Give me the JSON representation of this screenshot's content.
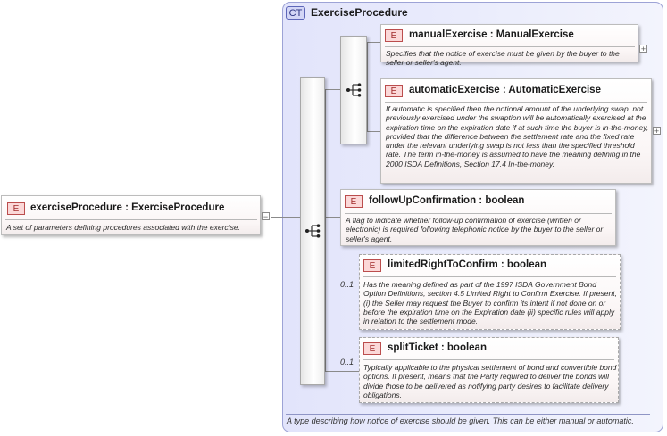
{
  "root": {
    "badge": "E",
    "title": "exerciseProcedure : ExerciseProcedure",
    "doc": "A set of parameters defining procedures associated with the exercise.",
    "collapse": "−"
  },
  "complex_type": {
    "badge": "CT",
    "title": "ExerciseProcedure",
    "doc": "A type describing how notice of exercise should be given. This can be either manual or automatic."
  },
  "elements": [
    {
      "badge": "E",
      "title": "manualExercise : ManualExercise",
      "doc": "Specifies that the notice of exercise must be given by the buyer to the seller or seller's agent.",
      "expander": "+"
    },
    {
      "badge": "E",
      "title": "automaticExercise : AutomaticExercise",
      "doc": "If automatic is specified then the notional amount of the underlying swap, not previously exercised under the swaption will be automatically exercised at the expiration time on the expiration date if at such time the buyer is in-the-money, provided that the difference between the settlement rate and the fixed rate under the relevant underlying swap is not less than the specified threshold rate. The term in-the-money is assumed to have the meaning defining in the 2000 ISDA Definitions, Section 17.4 In-the-money.",
      "expander": "+"
    },
    {
      "badge": "E",
      "title": "followUpConfirmation : boolean",
      "doc": "A flag to indicate whether follow-up confirmation of exercise (written or electronic) is required following telephonic notice by the buyer to the seller or seller's agent."
    },
    {
      "badge": "E",
      "title": "limitedRightToConfirm : boolean",
      "doc": "Has the meaning defined as part of the 1997 ISDA Government Bond Option Definitions, section 4.5 Limited Right to Confirm Exercise. If present, (i) the Seller may request the Buyer to confirm its intent if not done on or before the expiration time on the Expiration date (ii) specific rules will apply in relation to the settlement mode.",
      "occurs": "0..1"
    },
    {
      "badge": "E",
      "title": "splitTicket : boolean",
      "doc": "Typically applicable to the physical settlement of bond and convertible bond options. If present, means that the Party required to deliver the bonds will divide those to be delivered as notifying party desires to facilitate delivery obligations.",
      "occurs": "0..1"
    }
  ]
}
